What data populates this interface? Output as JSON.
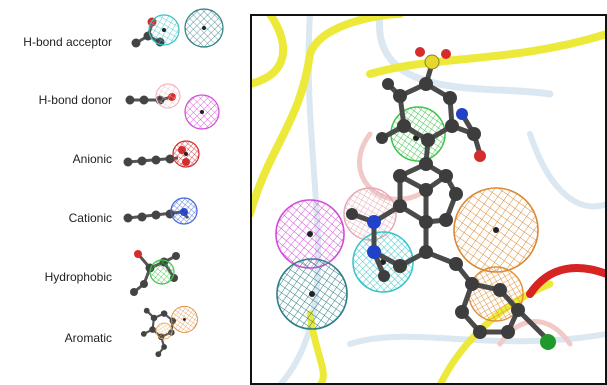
{
  "legend": {
    "items": [
      {
        "key": "acceptor",
        "label": "H-bond acceptor",
        "colors": [
          "#35c4c8",
          "#2e7f86"
        ]
      },
      {
        "key": "donor",
        "label": "H-bond donor",
        "colors": [
          "#efb9c0",
          "#d24bd8"
        ]
      },
      {
        "key": "anionic",
        "label": "Anionic",
        "colors": [
          "#cf2a2a"
        ]
      },
      {
        "key": "cationic",
        "label": "Cationic",
        "colors": [
          "#3f67d8"
        ]
      },
      {
        "key": "hydrophobic",
        "label": "Hydrophobic",
        "colors": [
          "#3fc44a"
        ]
      },
      {
        "key": "aromatic",
        "label": "Aromatic",
        "colors": [
          "#d98a35",
          "#e8a860"
        ]
      }
    ]
  },
  "colors": {
    "ribbon_yellow": "#ece93a",
    "ribbon_white": "#dbe7f1",
    "ribbon_red": "#d82323",
    "ribbon_pink": "#f2c9c9",
    "atom_carbon": "#3d3d3d",
    "atom_oxygen": "#d52c2c",
    "atom_nitrogen": "#2142c8",
    "atom_sulfur": "#e5d72e",
    "atom_chlorine": "#1f9a2a",
    "frame": "#111111"
  }
}
